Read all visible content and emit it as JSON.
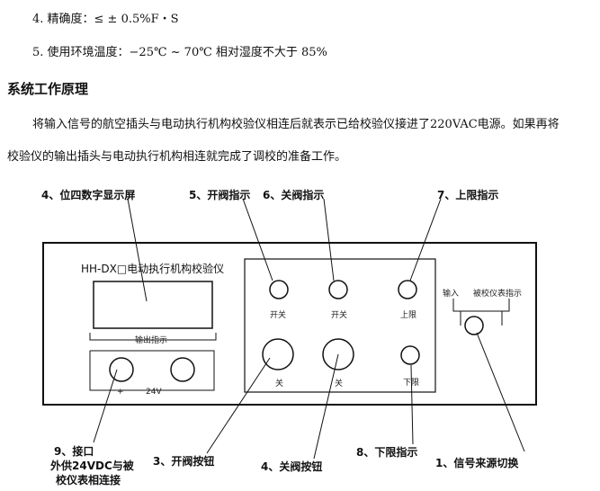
{
  "specs": [
    "4. 精确度：≤ ± 0.5%F・S",
    "5. 使用环境温度：−25℃ ~ 70℃ 相对湿度不大于 85%"
  ],
  "section_title": "系统工作原理",
  "paragraph": {
    "line1": "将输入信号的航空插头与电动执行机构校验仪相连后就表示已给校验仪接进了220VAC电源。如果再将",
    "line2": "校验仪的输出插头与电动执行机构相连就完成了调校的准备工作。"
  },
  "panel": {
    "title": "HH-DX□电动执行机构校验仪",
    "display_caption": "输出指示",
    "voltage_plus": "+",
    "voltage_label": "24V",
    "open_light_label": "开关",
    "close_light_label": "开关",
    "upper_light_label": "上限",
    "lower_light_label": "下限",
    "open_button_label": "关",
    "close_button_label": "关",
    "input_label": "输入",
    "calib_label": "被校仪表指示"
  },
  "callouts": {
    "c4": "4、位四数字显示屏",
    "c5": "5、开阀指示",
    "c6": "6、关阀指示",
    "c7": "7、上限指示",
    "c9_line1": "9、接口",
    "c9_line2": "外供24VDC与被",
    "c9_line3": "校仪表相连接",
    "c3": "3、开阀按钮",
    "c4b": "4、关阀按钮",
    "c8": "8、下限指示",
    "c1": "1、信号来源切换"
  }
}
